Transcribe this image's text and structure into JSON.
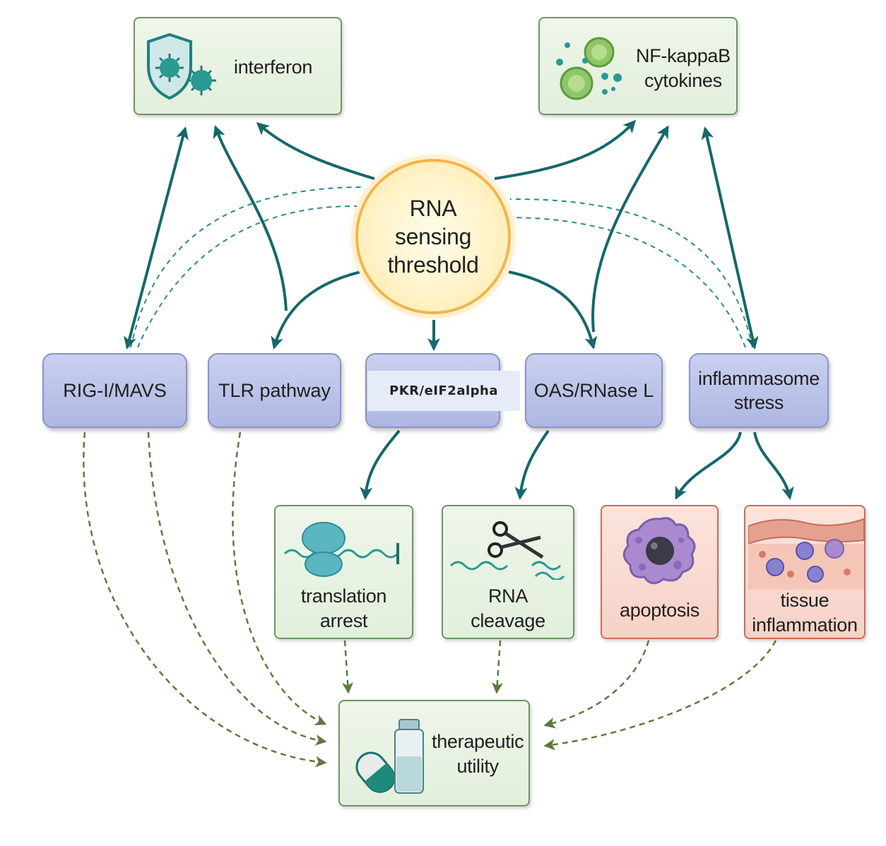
{
  "colors": {
    "teal_arrow": "#15686b",
    "dashed_teal": "#2a8a8a",
    "dashed_green": "#5d7a3c",
    "green_box_border": "#6f9467",
    "blue_box": "#b8c0e8",
    "red_box_border": "#c96d5c",
    "center_ring": "#f0b64a"
  },
  "nodes": {
    "interferon": {
      "label": "interferon",
      "icon": "shield-virus-icon"
    },
    "nfkb": {
      "label": "NF-kappaB\ncytokines",
      "icon": "cells-icon"
    },
    "center": {
      "label": "RNA\nsensing\nthreshold"
    },
    "rig": {
      "label": "RIG-I/MAVS"
    },
    "tlr": {
      "label": "TLR pathway"
    },
    "pkr": {
      "label": "PKR/eIF2alpha"
    },
    "oas": {
      "label": "OAS/RNase L"
    },
    "inflammasome": {
      "label": "inflammasome\nstress"
    },
    "translation": {
      "label": "translation\narrest",
      "icon": "ribosome-icon"
    },
    "cleavage": {
      "label": "RNA\ncleavage",
      "icon": "scissors-icon"
    },
    "apoptosis": {
      "label": "apoptosis",
      "icon": "apoptotic-cell-icon"
    },
    "tissue": {
      "label": "tissue\ninflammation",
      "icon": "inflamed-tissue-icon"
    },
    "therapeutic": {
      "label": "therapeutic\nutility",
      "icon": "pill-vial-icon"
    }
  }
}
